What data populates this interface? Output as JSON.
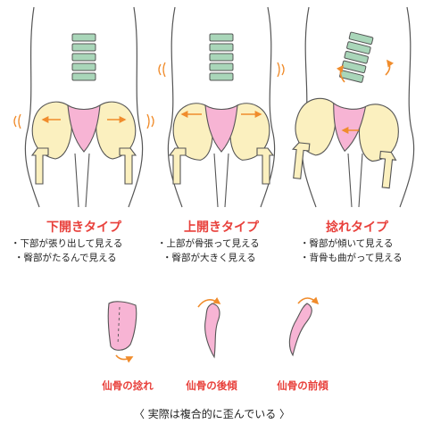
{
  "types": [
    {
      "title": "下開きタイプ",
      "points": [
        "・下部が張り出して見える",
        "・臀部がたるんで見える"
      ]
    },
    {
      "title": "上開きタイプ",
      "points": [
        "・上部が骨張って見える",
        "・臀部が大きく見える"
      ]
    },
    {
      "title": "捻れタイプ",
      "points": [
        "・臀部が傾いて見える",
        "・背骨も曲がって見える"
      ]
    }
  ],
  "sacrum_captions": [
    "仙骨の捻れ",
    "仙骨の後傾",
    "仙骨の前傾"
  ],
  "footer_note": "〈 実際は複合的に歪んでいる 〉",
  "colors": {
    "vertebra": "#a9d6b9",
    "ilium": "#fbf0bf",
    "sacrum": "#f7b4d4",
    "arrow": "#f08c2c",
    "title_red": "#e8403b",
    "outline": "#555555"
  }
}
